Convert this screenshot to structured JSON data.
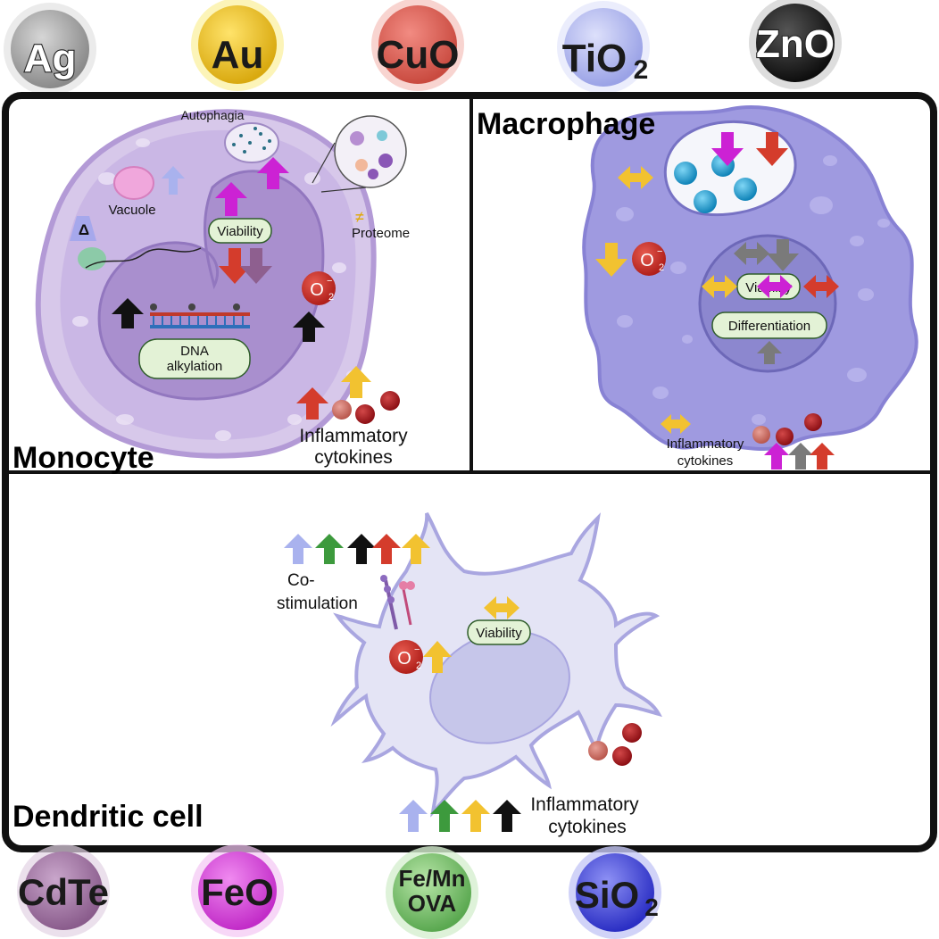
{
  "nanoparticles_top": [
    {
      "label": "Ag",
      "sub": "",
      "color": "#9a9a9a"
    },
    {
      "label": "Au",
      "sub": "",
      "color": "#e9c21a"
    },
    {
      "label": "CuO",
      "sub": "",
      "color": "#d9534f"
    },
    {
      "label": "TiO",
      "sub": "2",
      "color": "#aab0ee"
    },
    {
      "label": "ZnO",
      "sub": "",
      "color": "#1c1c1c"
    }
  ],
  "nanoparticles_bottom": [
    {
      "label": "CdTe",
      "line2": "",
      "sub": "",
      "color": "#9b6aa0"
    },
    {
      "label": "FeO",
      "line2": "",
      "sub": "",
      "color": "#d63fd6"
    },
    {
      "label": "Fe/Mn",
      "line2": "OVA",
      "sub": "",
      "color": "#6bbf63"
    },
    {
      "label": "SiO",
      "line2": "",
      "sub": "2",
      "color": "#3b3fd9"
    }
  ],
  "monocyte": {
    "title": "Monocyte",
    "autophagia": "Autophagia",
    "vacuole": "Vacuole",
    "delta": "Δ",
    "viability": "Viability",
    "proteome_sym": "≠",
    "proteome": "Proteome",
    "dna_line1": "DNA",
    "dna_line2": "alkylation",
    "ros": "O",
    "ros_sub": "2",
    "ros_sup": "−",
    "cytokines_line1": "Inflammatory",
    "cytokines_line2": "cytokines"
  },
  "macrophage": {
    "title": "Macrophage",
    "viability": "Viability",
    "differentiation": "Differentiation",
    "ros": "O",
    "ros_sub": "2",
    "ros_sup": "−",
    "cytokines_line1": "Inflammatory",
    "cytokines_line2": "cytokines"
  },
  "dendritic": {
    "title": "Dendritic cell",
    "costim_line1": "Co-",
    "costim_line2": "stimulation",
    "viability": "Viability",
    "ros": "O",
    "ros_sub": "2",
    "ros_sup": "−",
    "cytokines_line1": "Inflammatory",
    "cytokines_line2": "cytokines"
  },
  "colors": {
    "Ag": "#9a9a9a",
    "Au": "#f2c230",
    "CuO": "#d43c2c",
    "TiO2": "#a9b2ee",
    "ZnO": "#111111",
    "CdTe": "#8e5f8f",
    "FeO": "#cc22d4",
    "FeMnOVA": "#3d9a3d",
    "SiO2": "#3b3fd9",
    "gray": "#7a7a7a"
  }
}
